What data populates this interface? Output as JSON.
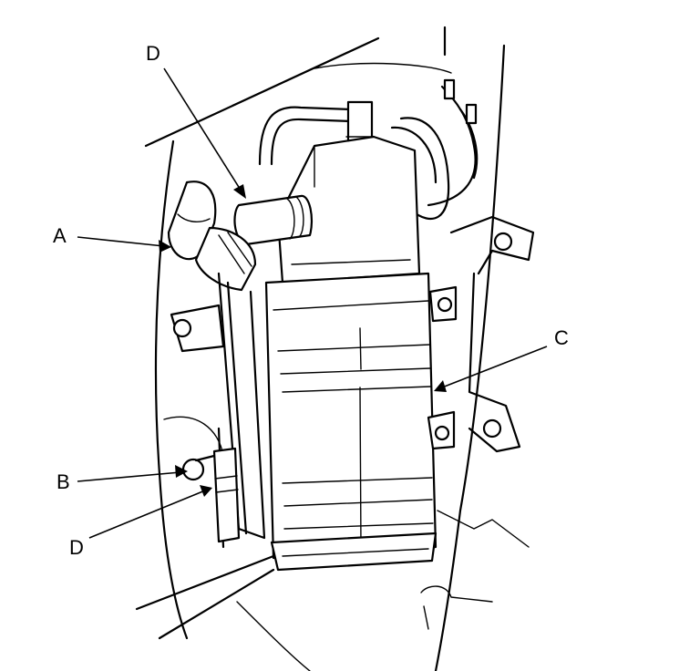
{
  "callouts": {
    "A": "A",
    "B": "B",
    "C": "C",
    "D_top": "D",
    "D_bottom": "D"
  },
  "colors": {
    "line": "#000000",
    "background": "#ffffff"
  }
}
